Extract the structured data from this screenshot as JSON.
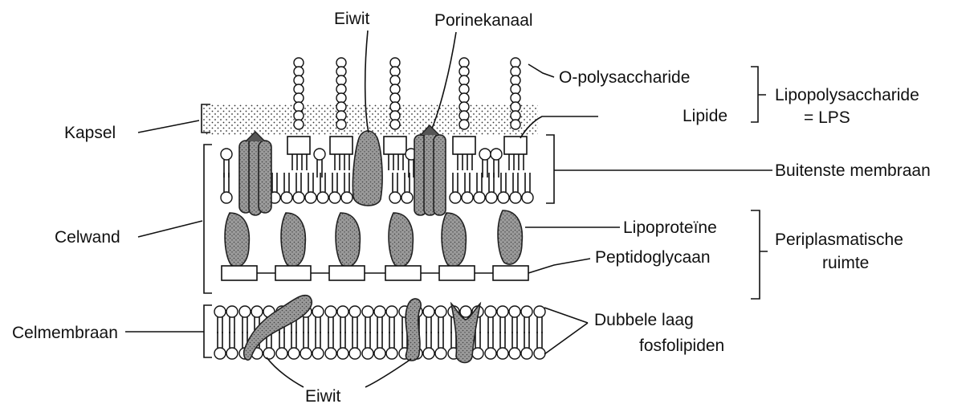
{
  "labels": {
    "eiwit_top": "Eiwit",
    "porinekanaal": "Porinekanaal",
    "o_polysaccharide": "O-polysaccharide",
    "lipide": "Lipide",
    "lipopolysaccharide_1": "Lipopolysaccharide",
    "lipopolysaccharide_2": "= LPS",
    "kapsel": "Kapsel",
    "buitenste_membraan": "Buitenste membraan",
    "celwand": "Celwand",
    "lipoproteine": "Lipoproteïne",
    "periplasmatische_1": "Periplasmatische",
    "periplasmatische_2": "ruimte",
    "peptidoglycaan": "Peptidoglycaan",
    "celmembraan": "Celmembraan",
    "dubbele_laag_1": "Dubbele laag",
    "dubbele_laag_2": "fosfolipiden",
    "eiwit_bottom": "Eiwit"
  }
}
